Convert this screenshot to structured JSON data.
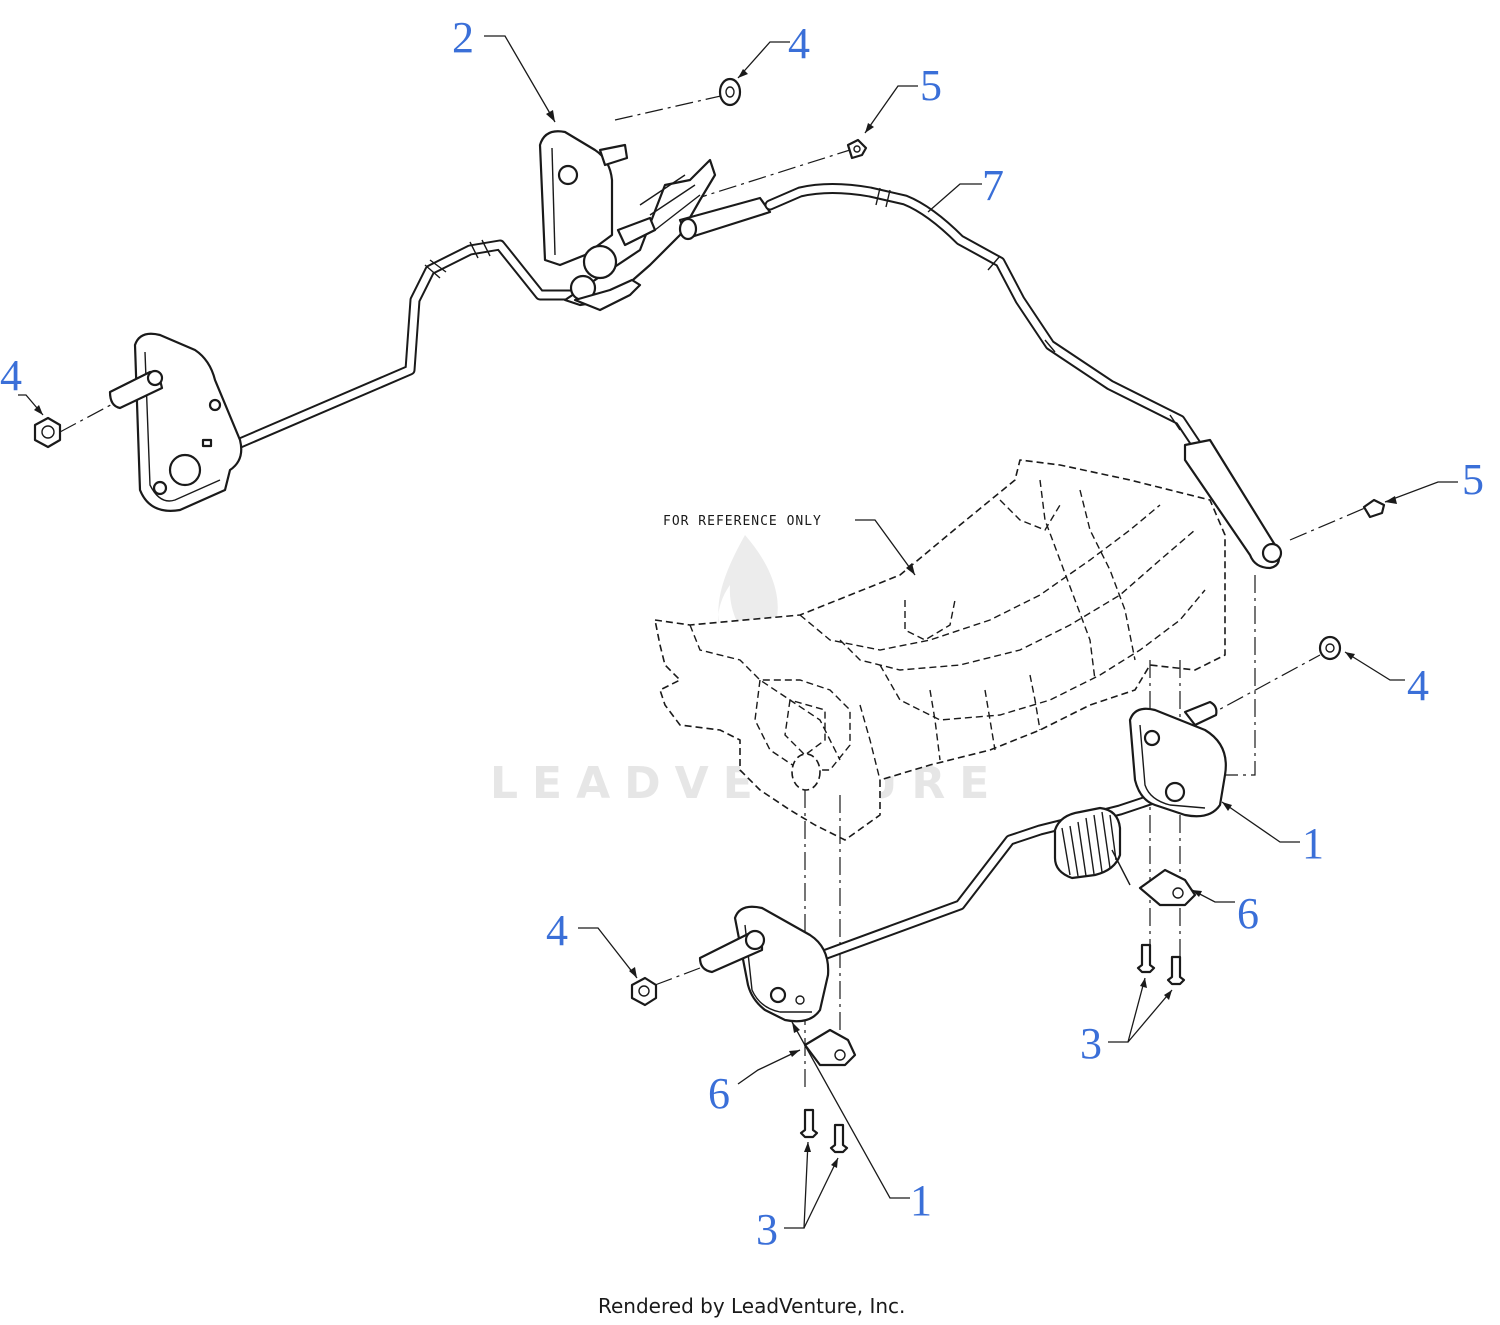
{
  "diagram": {
    "reference_note": "FOR REFERENCE ONLY",
    "watermark": "LEADVENTURE",
    "footer": "Rendered by LeadVenture, Inc.",
    "callout_color": "#3a6fd8",
    "callouts": [
      {
        "id": "c2-top",
        "label": "2"
      },
      {
        "id": "c4-top",
        "label": "4"
      },
      {
        "id": "c5-top",
        "label": "5"
      },
      {
        "id": "c7",
        "label": "7"
      },
      {
        "id": "c4-left",
        "label": "4"
      },
      {
        "id": "c5-right",
        "label": "5"
      },
      {
        "id": "c4-right",
        "label": "4"
      },
      {
        "id": "c1-right",
        "label": "1"
      },
      {
        "id": "c6-right",
        "label": "6"
      },
      {
        "id": "c4-lower",
        "label": "4"
      },
      {
        "id": "c3-right",
        "label": "3"
      },
      {
        "id": "c6-left",
        "label": "6"
      },
      {
        "id": "c1-bottom",
        "label": "1"
      },
      {
        "id": "c3-bottom",
        "label": "3"
      }
    ]
  }
}
